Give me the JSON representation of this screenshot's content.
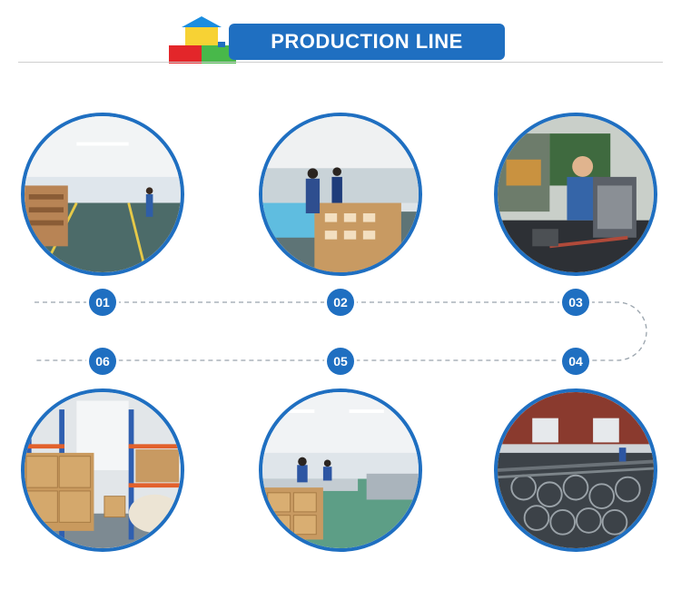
{
  "header": {
    "title": "PRODUCTION LINE",
    "logo_icon": "stacked-blocks-icon"
  },
  "colors": {
    "brand_blue": "#1f6fc1",
    "rule": "#cfcfcf"
  },
  "steps": [
    {
      "number": "01",
      "scene": "warehouse-aisle-photo"
    },
    {
      "number": "02",
      "scene": "workshop-assembly-photo"
    },
    {
      "number": "03",
      "scene": "machining-worker-photo"
    },
    {
      "number": "04",
      "scene": "steel-tubes-photo"
    },
    {
      "number": "05",
      "scene": "packing-line-photo"
    },
    {
      "number": "06",
      "scene": "storage-shelves-photo"
    }
  ]
}
